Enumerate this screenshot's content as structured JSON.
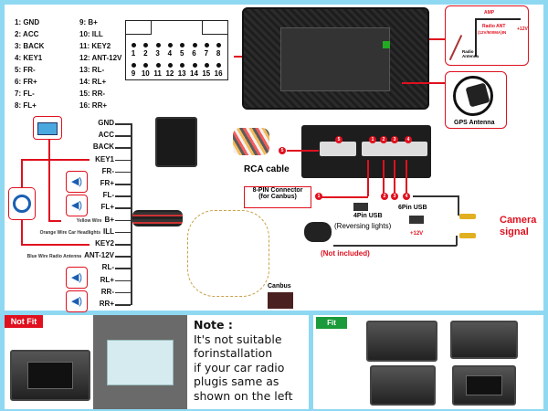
{
  "pinout": [
    {
      "label": "1:  GND"
    },
    {
      "label": "2:  ACC"
    },
    {
      "label": "3:  BACK"
    },
    {
      "label": "4:  KEY1"
    },
    {
      "label": "5:  FR-"
    },
    {
      "label": "6:  FR+"
    },
    {
      "label": "7:  FL-"
    },
    {
      "label": "8:  FL+"
    },
    {
      "label": "9:   B+"
    },
    {
      "label": "10: ILL"
    },
    {
      "label": "11: KEY2"
    },
    {
      "label": "12: ANT-12V"
    },
    {
      "label": "13: RL-"
    },
    {
      "label": "14: RL+"
    },
    {
      "label": "15: RR-"
    },
    {
      "label": "16: RR+"
    }
  ],
  "connector_pins_top": [
    "1",
    "2",
    "3",
    "4",
    "5",
    "6",
    "7",
    "8"
  ],
  "connector_pins_bottom": [
    "9",
    "10",
    "11",
    "12",
    "13",
    "14",
    "15",
    "16"
  ],
  "wires": [
    {
      "label": "GND",
      "note": ""
    },
    {
      "label": "ACC",
      "note": ""
    },
    {
      "label": "BACK",
      "note": ""
    },
    {
      "label": "KEY1",
      "note": ""
    },
    {
      "label": "FR-",
      "note": ""
    },
    {
      "label": "FR+",
      "note": ""
    },
    {
      "label": "FL-",
      "note": ""
    },
    {
      "label": "FL+",
      "note": ""
    },
    {
      "label": "B+",
      "note": "Yellow Wire"
    },
    {
      "label": "ILL",
      "note": "Orange Wire Car Headlights"
    },
    {
      "label": "KEY2",
      "note": ""
    },
    {
      "label": "ANT-12V",
      "note": "Blue Wire Radio Antenna"
    },
    {
      "label": "RL-",
      "note": ""
    },
    {
      "label": "RL+",
      "note": ""
    },
    {
      "label": "RR-",
      "note": ""
    },
    {
      "label": "RR+",
      "note": ""
    }
  ],
  "antenna": {
    "amp": "AMP",
    "radio_ant": "Radio ANT",
    "spec": "(12V/500MA)IN",
    "plus12": "+12V",
    "radio_antenna": "Radio Antenna"
  },
  "gps": {
    "label": "GPS Antenna"
  },
  "rca": {
    "label": "RCA cable",
    "num": "5"
  },
  "port_numbers": [
    "1",
    "2",
    "3",
    "4",
    "5"
  ],
  "canbus_connector": {
    "line1": "8-PIN Connector",
    "line2": "(for Canbus)",
    "num": "1"
  },
  "usb4": {
    "label": "4Pin USB",
    "num": "2"
  },
  "usb6": {
    "label": "6Pin USB",
    "num": "3"
  },
  "camera_num": "4",
  "reversing": "(Reversing lights)",
  "plus12v": "+12V",
  "not_included": "(Not included)",
  "camera_signal": {
    "line1": "Camera",
    "line2": "signal"
  },
  "canbus": "Canbus",
  "not_fit": {
    "badge": "Not Fit",
    "note_title": "Note :",
    "note_lines": [
      "It's not suitable",
      "forinstallation",
      "if your car radio",
      "plugis same as",
      "shown on the left"
    ]
  },
  "fit": {
    "badge": "Fit"
  },
  "colors": {
    "accent_red": "#e0101e",
    "fit_green": "#1a9a3a",
    "border_blue": "#8fd8f2"
  }
}
